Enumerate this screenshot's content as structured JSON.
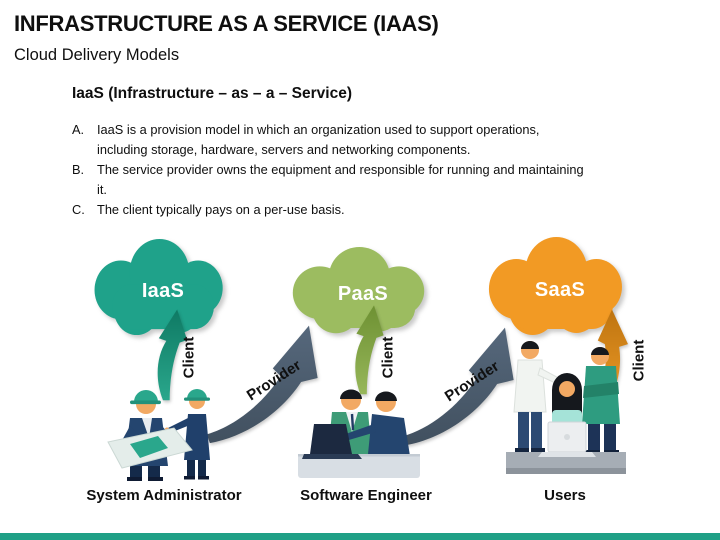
{
  "slide": {
    "title": "INFRASTRUCTURE AS A SERVICE (IAAS)",
    "subtitle": "Cloud Delivery Models",
    "heading": "IaaS (Infrastructure – as – a – Service)",
    "bullets": [
      {
        "marker": "A.",
        "text": "IaaS is a provision model in which an organization used to support operations, including storage, hardware, servers and networking components."
      },
      {
        "marker": "B.",
        "text": "The service provider owns the equipment and responsible for running and maintaining it."
      },
      {
        "marker": "C.",
        "text": "The client typically pays on a per-use basis."
      }
    ]
  },
  "diagram": {
    "clouds": [
      {
        "label": "IaaS",
        "color": "#1FA28A"
      },
      {
        "label": "PaaS",
        "color": "#9CBC60"
      },
      {
        "label": "SaaS",
        "color": "#F29A24"
      }
    ],
    "arrows": {
      "client_label": "Client",
      "provider_label": "Provider",
      "provider_color": "#4D5E72"
    },
    "roles": [
      {
        "label": "System Administrator"
      },
      {
        "label": "Software Engineer"
      },
      {
        "label": "Users"
      }
    ]
  },
  "footer": {
    "accent_color": "#1FA086"
  }
}
